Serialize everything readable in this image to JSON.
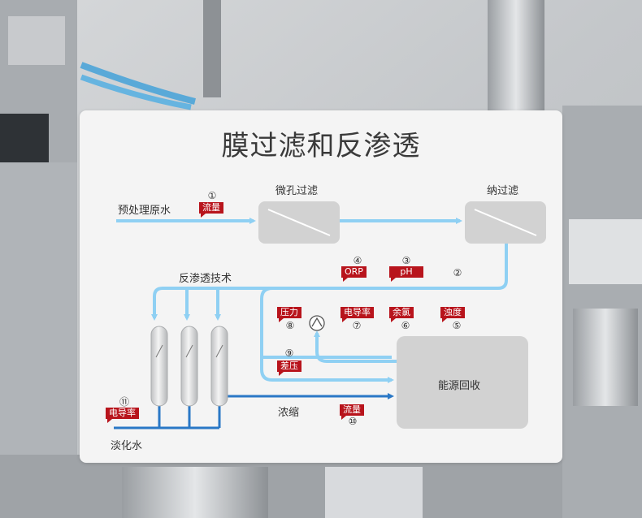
{
  "title": "膜过滤和反渗透",
  "labels": {
    "raw_water": "预处理原水",
    "microfiltration": "微孔过滤",
    "nanofiltration": "纳过滤",
    "reverse_osmosis": "反渗透技术",
    "energy_recovery": "能源回收",
    "concentrate": "浓缩",
    "desalinated_water": "淡化水"
  },
  "markers": [
    {
      "num": "①",
      "tag": "流量"
    },
    {
      "num": "②",
      "tag": ""
    },
    {
      "num": "③",
      "tag": "pH"
    },
    {
      "num": "④",
      "tag": "ORP"
    },
    {
      "num": "⑤",
      "tag": "浊度"
    },
    {
      "num": "⑥",
      "tag": "余氯"
    },
    {
      "num": "⑦",
      "tag": "电导率"
    },
    {
      "num": "⑧",
      "tag": "压力"
    },
    {
      "num": "⑨",
      "tag": "差压"
    },
    {
      "num": "⑩",
      "tag": "流量"
    },
    {
      "num": "⑪",
      "tag": "电导率"
    }
  ],
  "colors": {
    "light_flow": "#8fd0f3",
    "dark_flow": "#2a78c6",
    "tag_red": "#b8141c",
    "unit_gray": "#d2d2d2"
  }
}
